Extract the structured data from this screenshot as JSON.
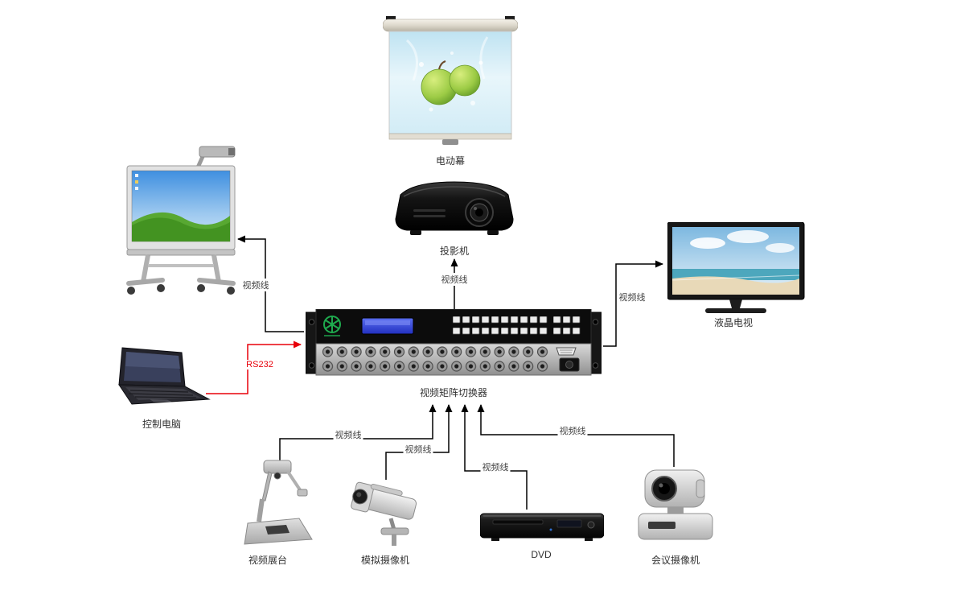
{
  "diagram": {
    "nodes": {
      "screen": {
        "label": "电动幕"
      },
      "projector": {
        "label": "投影机"
      },
      "tv": {
        "label": "液晶电视"
      },
      "laptop": {
        "label": "控制电脑"
      },
      "switcher": {
        "label": "视频矩阵切换器"
      },
      "presenter": {
        "label": "视频展台"
      },
      "analog_camera": {
        "label": "模拟摄像机"
      },
      "dvd": {
        "label": "DVD"
      },
      "conf_camera": {
        "label": "会议摄像机"
      }
    },
    "edges": {
      "whiteboard_video": {
        "label": "视频线"
      },
      "projector_video": {
        "label": "视频线"
      },
      "tv_video": {
        "label": "视频线"
      },
      "rs232": {
        "label": "RS232"
      },
      "presenter_video": {
        "label": "视频线"
      },
      "analog_camera_video": {
        "label": "视频线"
      },
      "dvd_video": {
        "label": "视频线"
      },
      "conf_camera_video": {
        "label": "视频线"
      }
    },
    "colors": {
      "video_line": "#000000",
      "rs232_line": "#e8000a",
      "lcd_blue": "#2b3fd0",
      "logo_green": "#1faa4e"
    }
  }
}
